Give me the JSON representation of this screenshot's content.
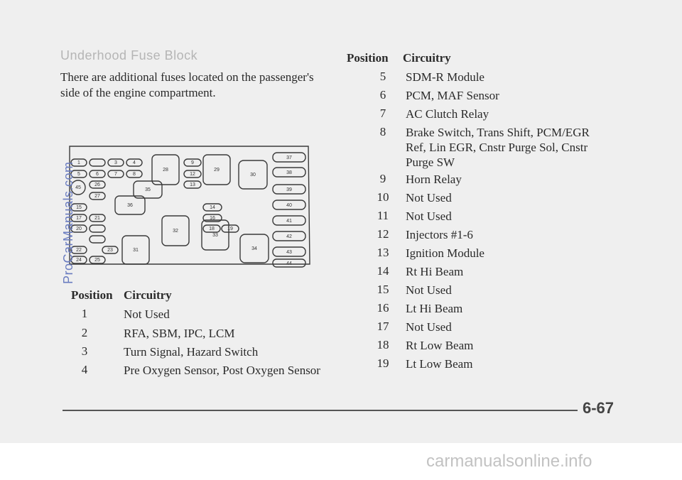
{
  "section_title": "Underhood Fuse Block",
  "intro_text": "There are additional fuses located on the passenger's side of the engine compartment.",
  "fuse_labels": [
    "1",
    "3",
    "4",
    "5",
    "6",
    "7",
    "8",
    "9",
    "12",
    "13",
    "14",
    "15",
    "16",
    "17",
    "18",
    "19",
    "20",
    "21",
    "22",
    "23",
    "24",
    "25",
    "26",
    "27",
    "28",
    "29",
    "30",
    "31",
    "32",
    "33",
    "34",
    "35",
    "36",
    "37",
    "38",
    "39",
    "40",
    "41",
    "42",
    "43",
    "44",
    "45"
  ],
  "left_table": {
    "header_position": "Position",
    "header_circuitry": "Circuitry",
    "rows": [
      {
        "position": "1",
        "circuitry": "Not Used"
      },
      {
        "position": "2",
        "circuitry": "RFA, SBM, IPC, LCM"
      },
      {
        "position": "3",
        "circuitry": "Turn Signal, Hazard Switch"
      },
      {
        "position": "4",
        "circuitry": "Pre Oxygen Sensor, Post Oxygen Sensor"
      }
    ]
  },
  "right_table": {
    "header_position": "Position",
    "header_circuitry": "Circuitry",
    "rows": [
      {
        "position": "5",
        "circuitry": "SDM-R Module"
      },
      {
        "position": "6",
        "circuitry": "PCM, MAF Sensor"
      },
      {
        "position": "7",
        "circuitry": "AC Clutch Relay"
      },
      {
        "position": "8",
        "circuitry": "Brake Switch, Trans Shift, PCM/EGR Ref, Lin EGR, Cnstr Purge Sol, Cnstr Purge SW"
      },
      {
        "position": "9",
        "circuitry": "Horn Relay"
      },
      {
        "position": "10",
        "circuitry": "Not Used"
      },
      {
        "position": "11",
        "circuitry": "Not Used"
      },
      {
        "position": "12",
        "circuitry": "Injectors #1-6"
      },
      {
        "position": "13",
        "circuitry": "Ignition Module"
      },
      {
        "position": "14",
        "circuitry": "Rt Hi Beam"
      },
      {
        "position": "15",
        "circuitry": "Not Used"
      },
      {
        "position": "16",
        "circuitry": "Lt Hi Beam"
      },
      {
        "position": "17",
        "circuitry": "Not Used"
      },
      {
        "position": "18",
        "circuitry": "Rt Low Beam"
      },
      {
        "position": "19",
        "circuitry": "Lt Low Beam"
      }
    ]
  },
  "page_number": "6-67",
  "watermark_side": "ProCarManuals.com",
  "watermark_bottom": "carmanualsonline.info"
}
